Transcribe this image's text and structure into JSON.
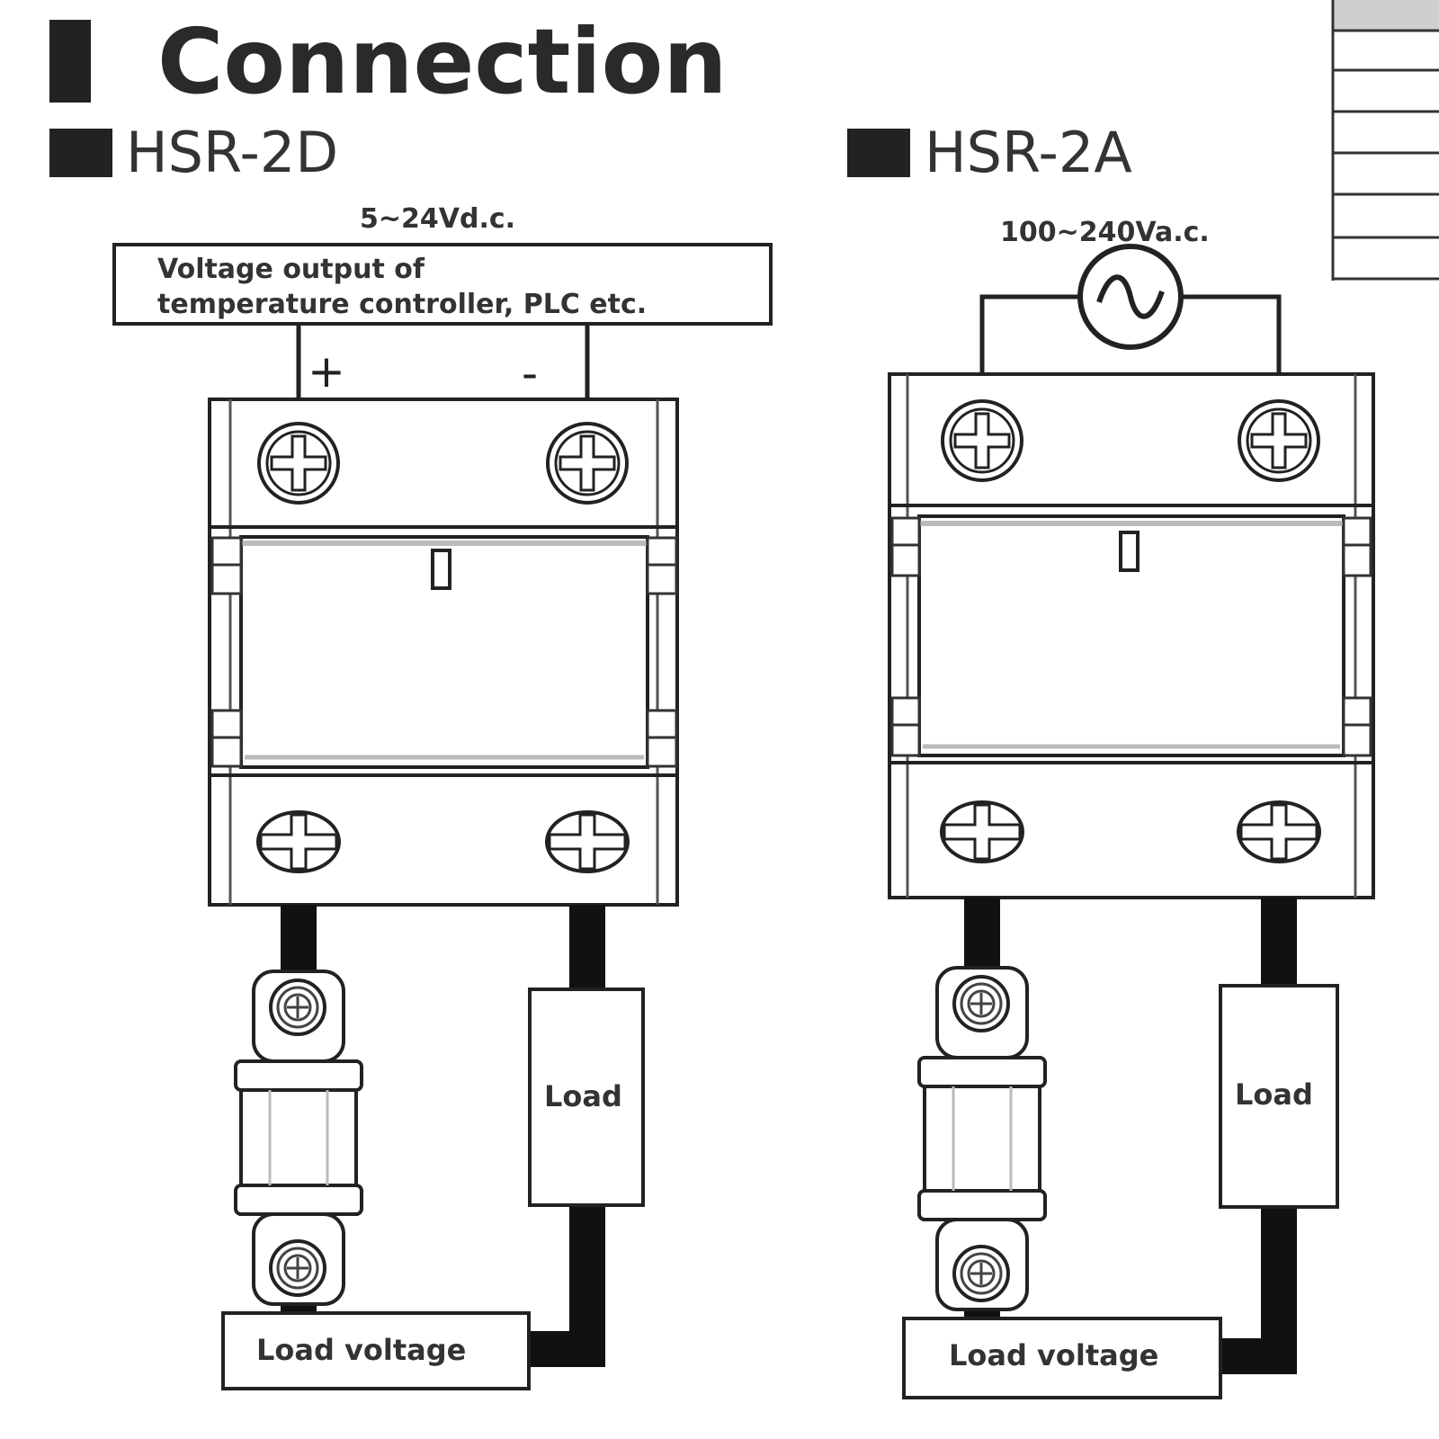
{
  "title": "Connection",
  "left": {
    "model": "HSR-2D",
    "supply": "5~24Vd.c.",
    "source_line1": "Voltage output of",
    "source_line2": "temperature controller, PLC etc.",
    "plus": "+",
    "minus": "-",
    "load": "Load",
    "load_voltage": "Load voltage"
  },
  "right": {
    "model": "HSR-2A",
    "supply": "100~240Va.c.",
    "load": "Load",
    "load_voltage": "Load voltage"
  }
}
